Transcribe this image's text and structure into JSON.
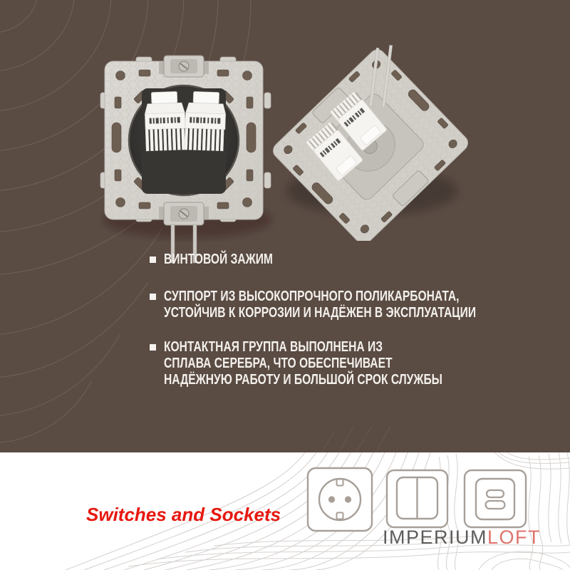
{
  "features": {
    "items": [
      {
        "text": "ВИНТОВОЙ ЗАЖИМ"
      },
      {
        "text": "СУППОРТ ИЗ ВЫСОКОПРОЧНОГО ПОЛИКАРБОНАТА,\nУСТОЙЧИВ К КОРРОЗИИ И НАДЁЖЕН В ЭКСПЛУАТАЦИИ"
      },
      {
        "text": "КОНТАКТНАЯ ГРУППА ВЫПОЛНЕНА ИЗ\nСПЛАВА СЕРЕБРА, ЧТО ОБЕСПЕЧИВАЕТ\nНАДЁЖНУЮ РАБОТУ И БОЛЬШОЙ СРОК СЛУЖБЫ"
      }
    ]
  },
  "footer": {
    "tagline": "Switches and Sockets",
    "brand_part1": "IMPERIUM",
    "brand_part2": "LOFT",
    "icons": [
      {
        "name": "schuko-socket-icon"
      },
      {
        "name": "two-gang-switch-icon"
      },
      {
        "name": "usb-socket-icon"
      }
    ]
  },
  "products": [
    {
      "name": "dual-rj45-socket-mechanism-front-view"
    },
    {
      "name": "dual-rj45-socket-mechanism-back-angled-view"
    }
  ],
  "colors": {
    "bg_brown": "#5a4b43",
    "contour_on_brown": "#85756a",
    "contour_on_white": "#d3cfcc",
    "text_light": "#f3f0ec",
    "accent_red": "#e6180f",
    "brand_gray": "#5d5c5b",
    "brand_red": "#dd736b",
    "icon_stroke": "#a79f98"
  }
}
